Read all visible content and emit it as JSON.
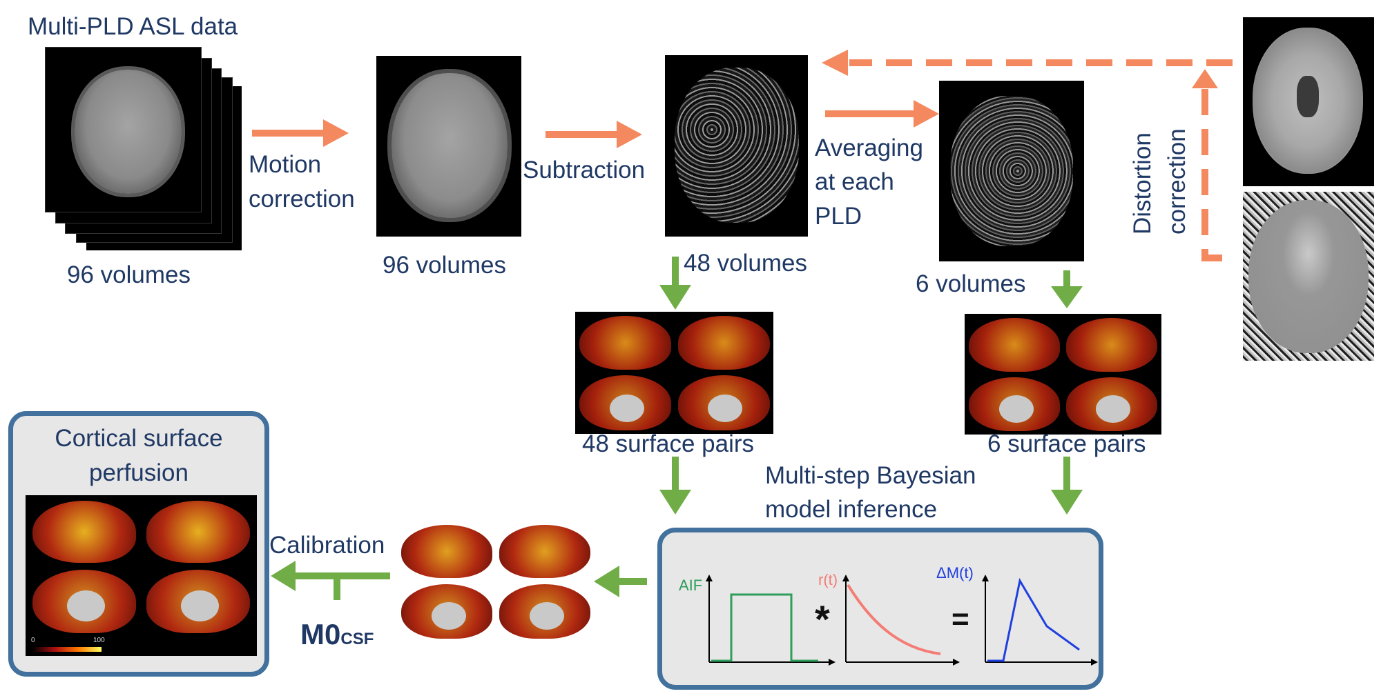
{
  "labels": {
    "title": "Multi-PLD ASL data",
    "motion1": "Motion",
    "motion2": "correction",
    "subtraction": "Subtraction",
    "avg1": "Averaging",
    "avg2": "at each",
    "avg3": "PLD",
    "vol96a": "96 volumes",
    "vol96b": "96 volumes",
    "vol48": "48 volumes",
    "vol6": "6 volumes",
    "distortion1": "Distortion",
    "distortion2": "correction",
    "surf48": "48 surface pairs",
    "surf6": "6 surface pairs",
    "bayes1": "Multi-step Bayesian",
    "bayes2": "model inference",
    "calibration": "Calibration",
    "m0": "M0",
    "m0sub": "CSF",
    "cortical1": "Cortical surface",
    "cortical2": "perfusion",
    "cbar_min": "0",
    "cbar_max": "100"
  },
  "model": {
    "aif": "AIF",
    "rt": "r(t)",
    "dm": "ΔM(t)",
    "conv": "*",
    "eq": "="
  },
  "colors": {
    "orange_arrow": "#f4895f",
    "green_arrow": "#70ad47",
    "text": "#1f3864",
    "panel_border": "#41719c",
    "panel_fill": "#e7e7e7",
    "aif": "#2e9e5b",
    "rt": "#f47c74",
    "dm": "#1f3fe0"
  }
}
